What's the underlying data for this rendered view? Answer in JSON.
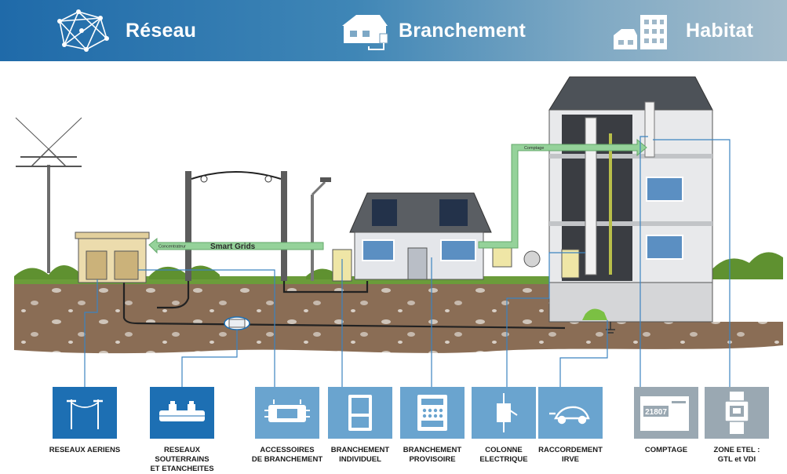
{
  "header": {
    "sections": [
      {
        "title": "Réseau",
        "icon": "network-icon"
      },
      {
        "title": "Branchement",
        "icon": "house-plug-icon"
      },
      {
        "title": "Habitat",
        "icon": "buildings-icon"
      }
    ]
  },
  "scene": {
    "arrow_smart_grids": "Smart Grids",
    "arrow_concentrateur": "Concentrateur",
    "arrow_comptage": "Comptage"
  },
  "categories": [
    {
      "line1": "RESEAUX AERIENS",
      "line2": "",
      "icon": "overhead-lines-icon",
      "tile": "#1d6fb3"
    },
    {
      "line1": "RESEAUX SOUTERRAINS",
      "line2": "ET ETANCHEITES",
      "icon": "underground-junction-icon",
      "tile": "#1d6fb3"
    },
    {
      "line1": "ACCESSOIRES",
      "line2": "DE BRANCHEMENT",
      "icon": "connection-accessory-icon",
      "tile": "#6aa4cf"
    },
    {
      "line1": "BRANCHEMENT",
      "line2": "INDIVIDUEL",
      "icon": "meter-cabinet-icon",
      "tile": "#6aa4cf"
    },
    {
      "line1": "BRANCHEMENT",
      "line2": "PROVISOIRE",
      "icon": "temporary-box-icon",
      "tile": "#6aa4cf"
    },
    {
      "line1": "COLONNE",
      "line2": "ELECTRIQUE",
      "icon": "riser-column-icon",
      "tile": "#6aa4cf"
    },
    {
      "line1": "RACCORDEMENT",
      "line2": "IRVE",
      "icon": "ev-charging-icon",
      "tile": "#6aa4cf"
    },
    {
      "line1": "COMPTAGE",
      "line2": "",
      "icon": "meter-display-icon",
      "tile": "#9aa8b2",
      "meter_value": "21807"
    },
    {
      "line1": "ZONE ETEL :",
      "line2": "GTL et VDI",
      "icon": "etel-zone-icon",
      "tile": "#9aa8b2"
    }
  ]
}
